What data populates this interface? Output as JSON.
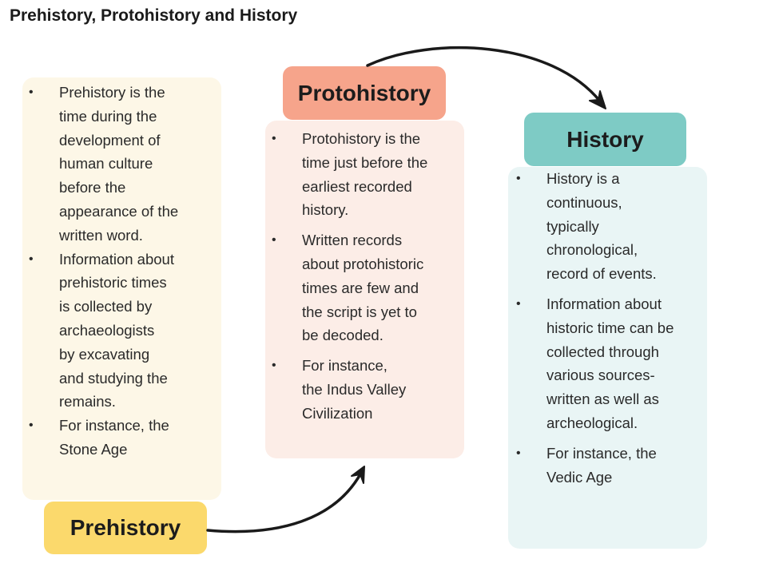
{
  "title": "Prehistory, Protohistory and History",
  "colors": {
    "prehistory_label": "#fbd96c",
    "prehistory_box": "#fdf7e7",
    "protohistory_label": "#f6a48b",
    "protohistory_box": "#fcede7",
    "history_label": "#7ecbc5",
    "history_box": "#e9f5f5",
    "arrow": "#1a1a1a"
  },
  "prehistory": {
    "label": "Prehistory",
    "bullet": "•",
    "points": [
      [
        "Prehistory is the",
        "time during the",
        "development of",
        "human culture",
        "before the",
        "appearance of the",
        "written word."
      ],
      [
        "Information about",
        "prehistoric times",
        "is collected by",
        "archaeologists",
        "by excavating",
        "and studying the",
        "remains."
      ],
      [
        "For instance, the",
        "Stone Age"
      ]
    ]
  },
  "protohistory": {
    "label": "Protohistory",
    "bullet": "•",
    "points": [
      [
        "Protohistory is the",
        "time just before the",
        "earliest recorded",
        "history."
      ],
      [
        "Written records",
        "about protohistoric",
        "times are few and",
        "the script is yet to",
        "be decoded."
      ],
      [
        "For instance,",
        "the Indus Valley",
        "Civilization"
      ]
    ]
  },
  "history": {
    "label": "History",
    "bullet": "•",
    "points": [
      [
        "History is a",
        "continuous,",
        "typically",
        "chronological,",
        "record of events."
      ],
      [
        "Information about",
        "historic time can be",
        "collected through",
        "various sources-",
        "written as well as",
        "archeological."
      ],
      [
        "For instance, the",
        "Vedic Age"
      ]
    ]
  },
  "arrows": [
    {
      "from": "prehistory",
      "to": "protohistory"
    },
    {
      "from": "protohistory",
      "to": "history"
    }
  ]
}
